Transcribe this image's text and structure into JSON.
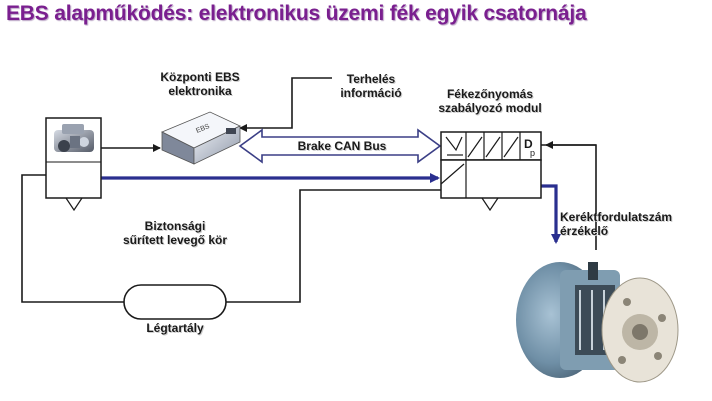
{
  "title": "EBS alapműködés: elektronikus üzemi fék egyik csatornája",
  "labels": {
    "central_ebs": [
      "Központi EBS",
      "elektronika"
    ],
    "load_info": [
      "Terhelés",
      "információ"
    ],
    "pressure_module": [
      "Fékezőnyomás",
      "szabályozó modul"
    ],
    "can_bus": "Brake CAN Bus",
    "safety_circuit": [
      "Biztonsági",
      "sűrített levegő kör"
    ],
    "air_tank": "Légtartály",
    "wheel_sensor": [
      "Keréktfordulatszám",
      "érzékelő"
    ]
  },
  "module_symbols": [
    "D",
    "p"
  ],
  "colors": {
    "title": "#7a1f8f",
    "line": "#1a1a1a",
    "signal_blue": "#2a2f8f",
    "can_arrow": "#3b3f86"
  }
}
